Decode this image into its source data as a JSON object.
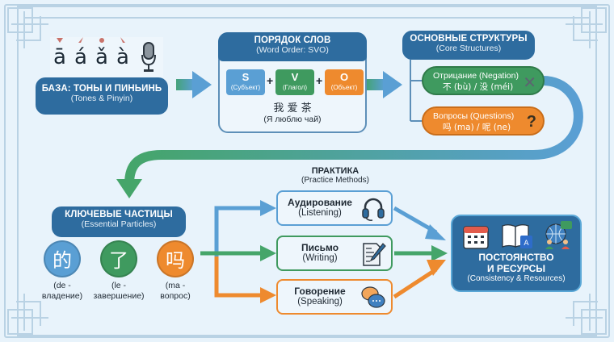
{
  "colors": {
    "primary_blue": "#2e6c9f",
    "light_blue": "#5a9fd4",
    "green": "#3f9a5f",
    "orange": "#ee8a2e",
    "background": "#e8f3fb"
  },
  "base": {
    "title": "БАЗА: ТОНЫ И ПИНЬИНЬ",
    "subtitle": "(Tones & Pinyin)",
    "tones": [
      "ā",
      "á",
      "ǎ",
      "à"
    ],
    "icon": "microphone-icon"
  },
  "word_order": {
    "title": "ПОРЯДОК СЛОВ",
    "subtitle": "(Word Order: SVO)",
    "parts": [
      {
        "letter": "S",
        "label": "(Субъект)"
      },
      {
        "letter": "V",
        "label": "(Глагол)"
      },
      {
        "letter": "O",
        "label": "(Объект)"
      }
    ],
    "plus": "+",
    "example_cn": "我 爱 茶",
    "example_ru": "(Я люблю чай)"
  },
  "core": {
    "title": "ОСНОВНЫЕ СТРУКТУРЫ",
    "subtitle": "(Core Structures)",
    "items": [
      {
        "label": "Отрицание (Negation)",
        "example": "不 (bù) / 没 (méi)",
        "icon": "✕"
      },
      {
        "label": "Вопросы (Questions)",
        "example": "吗 (ma) / 呢 (ne)",
        "icon": "?"
      }
    ]
  },
  "particles": {
    "title": "КЛЮЧЕВЫЕ ЧАСТИЦЫ",
    "subtitle": "(Essential Particles)",
    "items": [
      {
        "char": "的",
        "line1": "(de -",
        "line2": "владение)"
      },
      {
        "char": "了",
        "line1": "(le -",
        "line2": "завершение)"
      },
      {
        "char": "吗",
        "line1": "(ma -",
        "line2": "вопрос)"
      }
    ]
  },
  "practice": {
    "title": "ПРАКТИКА",
    "subtitle": "(Practice Methods)",
    "items": [
      {
        "label": "Аудирование",
        "sub": "(Listening)",
        "icon": "headphones-icon"
      },
      {
        "label": "Письмо",
        "sub": "(Writing)",
        "icon": "writing-icon"
      },
      {
        "label": "Говорение",
        "sub": "(Speaking)",
        "icon": "speech-bubbles-icon"
      }
    ]
  },
  "resources": {
    "line1": "ПОСТОЯНСТВО",
    "line2": "И РЕСУРСЫ",
    "subtitle": "(Consistency & Resources)",
    "icons": [
      "calendar-icon",
      "book-translate-icon",
      "globe-people-icon"
    ]
  }
}
